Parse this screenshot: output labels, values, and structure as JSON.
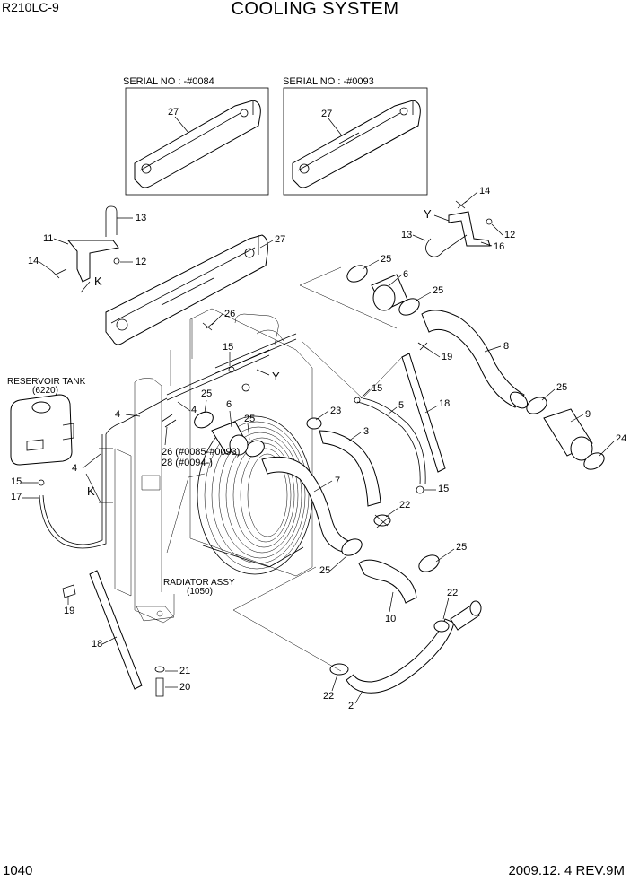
{
  "header": {
    "model": "R210LC-9",
    "title": "COOLING SYSTEM"
  },
  "footer": {
    "page_number": "1040",
    "revision": "2009.12. 4  REV.9M"
  },
  "insets": [
    {
      "serial": "SERIAL NO : -#0084",
      "part": "27"
    },
    {
      "serial": "SERIAL NO : -#0093",
      "part": "27"
    }
  ],
  "callouts": {
    "reservoir_tank": "RESERVOIR TANK",
    "reservoir_tank_no": "(6220)",
    "radiator_assy": "RADIATOR ASSY",
    "radiator_assy_no": "(1050)",
    "note_26": "26 (#0085-#0093)",
    "note_28": "28 (#0094-)",
    "view_k": "K",
    "view_y": "Y"
  },
  "part_numbers": {
    "p27_main": "27",
    "p13_left": "13",
    "p11": "11",
    "p12_left": "12",
    "p14_left": "14",
    "k_left": "K",
    "p14_right": "14",
    "y_right": "Y",
    "p13_right": "13",
    "p12_right": "12",
    "p16": "16",
    "p25_a": "25",
    "p6_top": "6",
    "p25_b": "25",
    "p8": "8",
    "p19_right": "19",
    "p25_c": "25",
    "p9": "9",
    "p24": "24",
    "p26": "26",
    "p15_a": "15",
    "y_mid": "Y",
    "p15_b": "15",
    "p5": "5",
    "p18_right": "18",
    "p15_c": "15",
    "p25_d": "25",
    "p4_a": "4",
    "p4_b": "4",
    "p6_mid": "6",
    "p25_e": "25",
    "p23": "23",
    "p3": "3",
    "p4_c": "4",
    "k_mid": "K",
    "p15_left": "15",
    "p17": "17",
    "p7": "7",
    "p22_a": "22",
    "p25_f": "25",
    "p25_g": "25",
    "p10": "10",
    "p19_left": "19",
    "p18_left": "18",
    "p21": "21",
    "p20": "20",
    "p22_b": "22",
    "p22_c": "22",
    "p2": "2"
  }
}
